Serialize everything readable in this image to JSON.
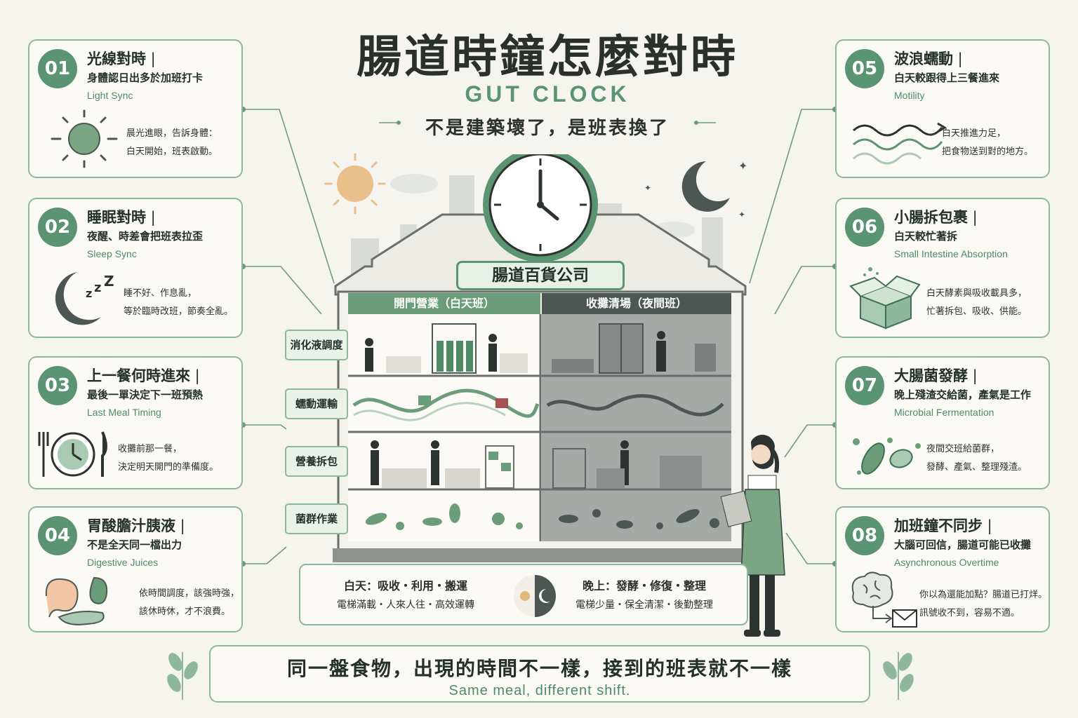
{
  "header": {
    "title": "腸道時鐘怎麼對時",
    "english_title": "GUT CLOCK",
    "subtitle": "不是建築壞了，是班表換了"
  },
  "building": {
    "name": "腸道百貨公司",
    "day_header": "開門營業（白天班）",
    "night_header": "收攤清場（夜間班）",
    "floor_labels": [
      "消化液調度",
      "蠕動運輸",
      "營養拆包",
      "菌群作業"
    ]
  },
  "summary": {
    "day_line1": "白天：吸收・利用・搬運",
    "day_line2": "電梯滿載・人來人往・高效運轉",
    "night_line1": "晚上：發酵・修復・整理",
    "night_line2": "電梯少量・保全清潔・後勤整理"
  },
  "footer": {
    "chinese": "同一盤食物，出現的時間不一樣，接到的班表就不一樣",
    "english": "Same meal, different shift."
  },
  "cards": [
    {
      "num": "01",
      "title": "光線對時",
      "subtitle": "身體認日出多於加班打卡",
      "english": "Light Sync",
      "desc1": "晨光進眼，告訴身體：",
      "desc2": "白天開始，班表啟動。",
      "icon": "sun-icon"
    },
    {
      "num": "02",
      "title": "睡眠對時",
      "subtitle": "夜醒、時差會把班表拉歪",
      "english": "Sleep Sync",
      "desc1": "睡不好、作息亂，",
      "desc2": "等於臨時改班，節奏全亂。",
      "icon": "moon-sleep-icon"
    },
    {
      "num": "03",
      "title": "上一餐何時進來",
      "subtitle": "最後一單決定下一班預熱",
      "english": "Last Meal Timing",
      "desc1": "收攤前那一餐，",
      "desc2": "決定明天開門的準備度。",
      "icon": "plate-clock-icon"
    },
    {
      "num": "04",
      "title": "胃酸膽汁胰液",
      "subtitle": "不是全天同一檔出力",
      "english": "Digestive Juices",
      "desc1": "依時間調度，該強時強，",
      "desc2": "該休時休，才不浪費。",
      "icon": "organs-icon"
    },
    {
      "num": "05",
      "title": "波浪蠕動",
      "subtitle": "白天較跟得上三餐進來",
      "english": "Motility",
      "desc1": "白天推進力足，",
      "desc2": "把食物送到對的地方。",
      "icon": "waves-icon"
    },
    {
      "num": "06",
      "title": "小腸拆包裹",
      "subtitle": "白天較忙著拆",
      "english": "Small Intestine Absorption",
      "desc1": "白天酵素與吸收載具多，",
      "desc2": "忙著拆包、吸收、供能。",
      "icon": "box-icon"
    },
    {
      "num": "07",
      "title": "大腸菌發酵",
      "subtitle": "晚上殘渣交給菌，產氣是工作",
      "english": "Microbial Fermentation",
      "desc1": "夜間交班給菌群，",
      "desc2": "發酵、產氣、整理殘渣。",
      "icon": "bacteria-icon"
    },
    {
      "num": "08",
      "title": "加班鐘不同步",
      "subtitle": "大腦可回信，腸道可能已收攤",
      "english": "Asynchronous Overtime",
      "desc1": "你以為還能加點？腸道已打烊。",
      "desc2": "訊號收不到，容易不適。",
      "icon": "brain-mail-icon"
    }
  ],
  "colors": {
    "accent": "#5a9470",
    "border": "#8fb79b",
    "night": "#4c5652",
    "background": "#f6f4ee"
  }
}
